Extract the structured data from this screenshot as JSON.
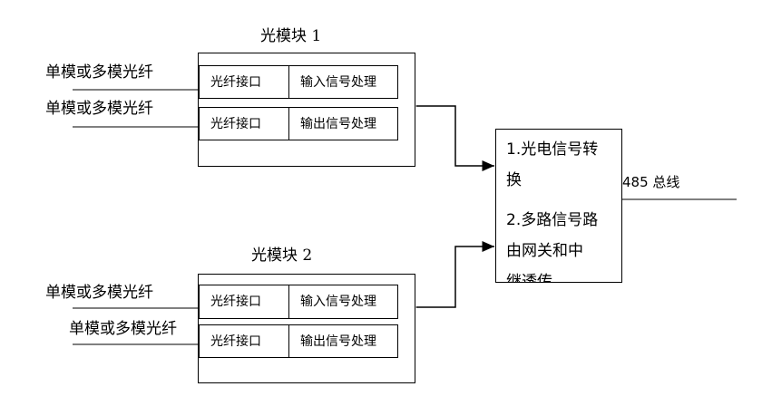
{
  "module1": {
    "title": "光模块 1",
    "input_fiber_label": "单模或多模光纤",
    "output_fiber_label": "单模或多模光纤",
    "row1": {
      "port": "光纤接口",
      "process": "输入信号处理"
    },
    "row2": {
      "port": "光纤接口",
      "process": "输出信号处理"
    }
  },
  "module2": {
    "title": "光模块 2",
    "input_fiber_label": "单模或多模光纤",
    "output_fiber_label": "单模或多模光纤",
    "row1": {
      "port": "光纤接口",
      "process": "输入信号处理"
    },
    "row2": {
      "port": "光纤接口",
      "process": "输出信号处理"
    }
  },
  "converter": {
    "line1a": "1.光电信号转",
    "line1b": "换",
    "line2a": "2.多路信号路",
    "line2b": "由网关和中",
    "line2c": "继透传"
  },
  "bus": {
    "label": "485 总线"
  }
}
